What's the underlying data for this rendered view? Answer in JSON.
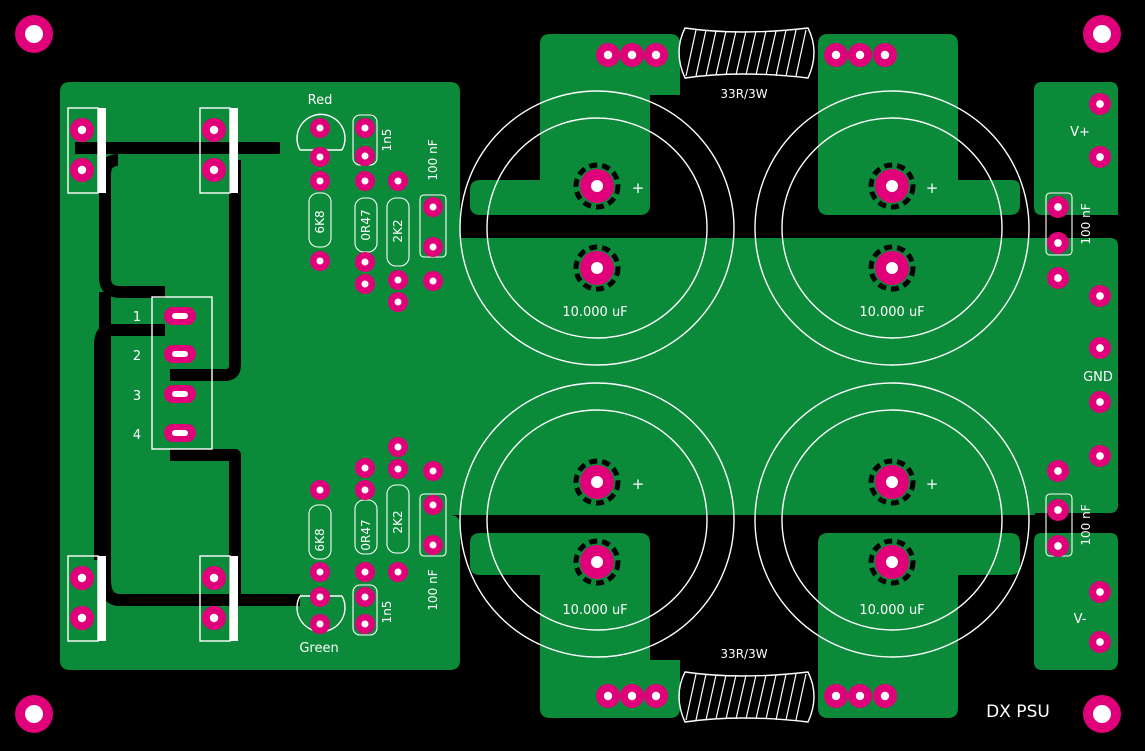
{
  "board": {
    "colors": {
      "background": "#000000",
      "copper": "#0b8a3a",
      "pad": "#e0007a",
      "silkscreen": "#ffffff"
    },
    "title": "DX PSU"
  },
  "labels": {
    "led_top": "Red",
    "led_bottom": "Green",
    "res_top": "33R/3W",
    "res_bottom": "33R/3W",
    "r6k8": "6K8",
    "r0r47": "0R47",
    "r2k2": "2K2",
    "c1n5": "1n5",
    "c100nf": "100 nF",
    "cap_value": "10.000 uF",
    "plus": "+",
    "vplus": "V+",
    "gnd": "GND",
    "vminus": "V-",
    "pin1": "1",
    "pin2": "2",
    "pin3": "3",
    "pin4": "4"
  }
}
